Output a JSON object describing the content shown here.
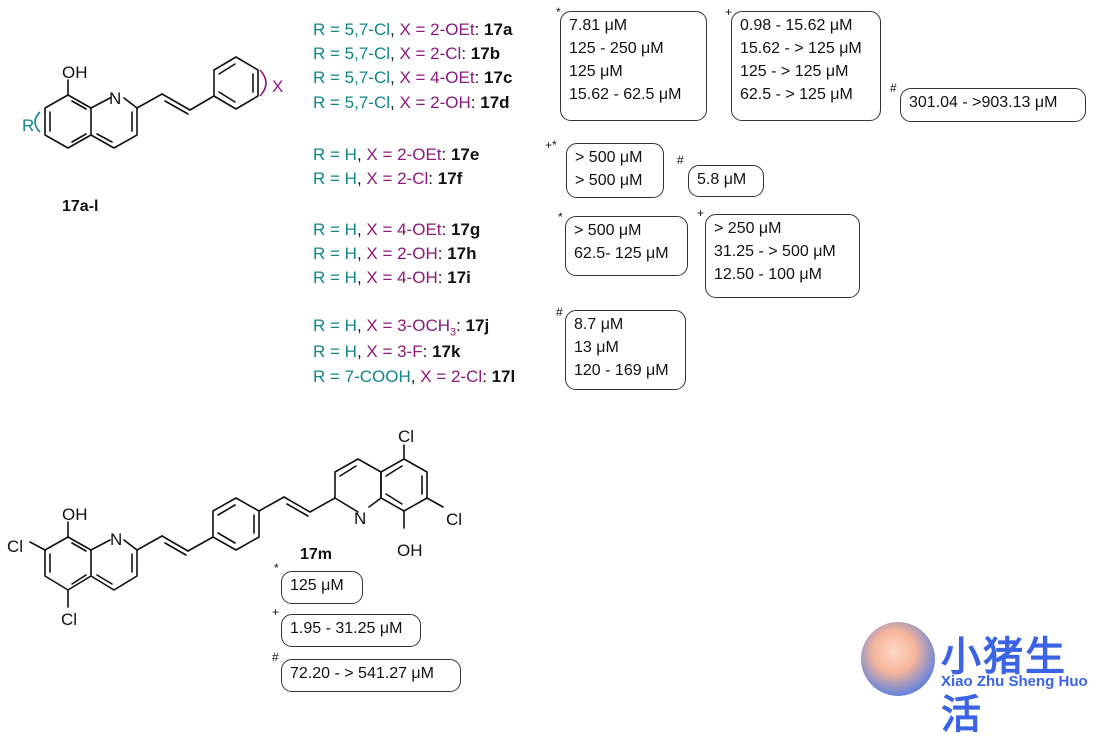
{
  "structures": {
    "main": {
      "oh": "OH",
      "n": "N",
      "r": "R",
      "x": "X",
      "label": "17a-l"
    },
    "dimer": {
      "oh_left": "OH",
      "cl_left_top": "Cl",
      "cl_left_bottom": "Cl",
      "n_left": "N",
      "cl_right_top": "Cl",
      "cl_right_side": "Cl",
      "n_right": "N",
      "oh_right": "OH",
      "label": "17m"
    }
  },
  "groups": [
    {
      "rows": [
        {
          "r": "R = 5,7-Cl",
          "x": "X = 2-OEt",
          "id": "17a"
        },
        {
          "r": "R = 5,7-Cl",
          "x": "X = 2-Cl",
          "id": "17b"
        },
        {
          "r": "R = 5,7-Cl",
          "x": "X = 4-OEt",
          "id": "17c"
        },
        {
          "r": "R = 5,7-Cl",
          "x": "X = 2-OH",
          "id": "17d"
        }
      ],
      "boxes": [
        {
          "mark": "*",
          "values": [
            "7.81 μM",
            "125 - 250 μM",
            "125 μM",
            "15.62 - 62.5 μM"
          ]
        },
        {
          "mark": "+",
          "values": [
            "0.98 - 15.62 μM",
            "15.62 - > 125 μM",
            "125 - > 125 μM",
            "62.5 - > 125 μM"
          ]
        },
        {
          "mark": "#",
          "values": [
            "301.04 -  >903.13 μM"
          ]
        }
      ]
    },
    {
      "rows": [
        {
          "r": "R = H",
          "x": "X = 2-OEt",
          "id": "17e"
        },
        {
          "r": "R = H",
          "x": "X = 2-Cl",
          "id": "17f"
        }
      ],
      "boxes": [
        {
          "mark": "+*",
          "values": [
            "> 500 μM",
            "> 500 μM"
          ]
        },
        {
          "mark": "#",
          "values": [
            "5.8 μM"
          ]
        }
      ]
    },
    {
      "rows": [
        {
          "r": "R = H",
          "x": "X = 4-OEt",
          "id": "17g"
        },
        {
          "r": "R = H",
          "x": "X = 2-OH",
          "id": "17h"
        },
        {
          "r": "R = H",
          "x": "X = 4-OH",
          "id": "17i"
        }
      ],
      "boxes": [
        {
          "mark": "*",
          "values": [
            "> 500 μM",
            "62.5- 125 μM"
          ]
        },
        {
          "mark": "+",
          "values": [
            "> 250 μM",
            "31.25 - > 500 μM",
            "12.50 - 100 μM"
          ]
        }
      ]
    },
    {
      "rows": [
        {
          "r": "R = H",
          "x": "X = 3-OCH",
          "x_sub": "3",
          "id": "17j"
        },
        {
          "r": "R = H",
          "x": "X = 3-F",
          "id": "17k"
        },
        {
          "r": "R = 7-COOH",
          "x": "X = 2-Cl",
          "id": "17l"
        }
      ],
      "boxes": [
        {
          "mark": "#",
          "values": [
            "8.7 μM",
            "13 μM",
            "120 - 169 μM"
          ]
        }
      ]
    }
  ],
  "m_boxes": [
    {
      "mark": "*",
      "value": "125 μM"
    },
    {
      "mark": "+",
      "value": "1.95 - 31.25 μM"
    },
    {
      "mark": "#",
      "value": "72.20 - > 541.27 μM"
    }
  ],
  "watermark": {
    "cn": "小猪生活",
    "en": "Xiao Zhu Sheng Huo"
  },
  "colors": {
    "r_group": "#10868a",
    "x_group": "#8c1a7e",
    "watermark": "#3a63e6"
  }
}
